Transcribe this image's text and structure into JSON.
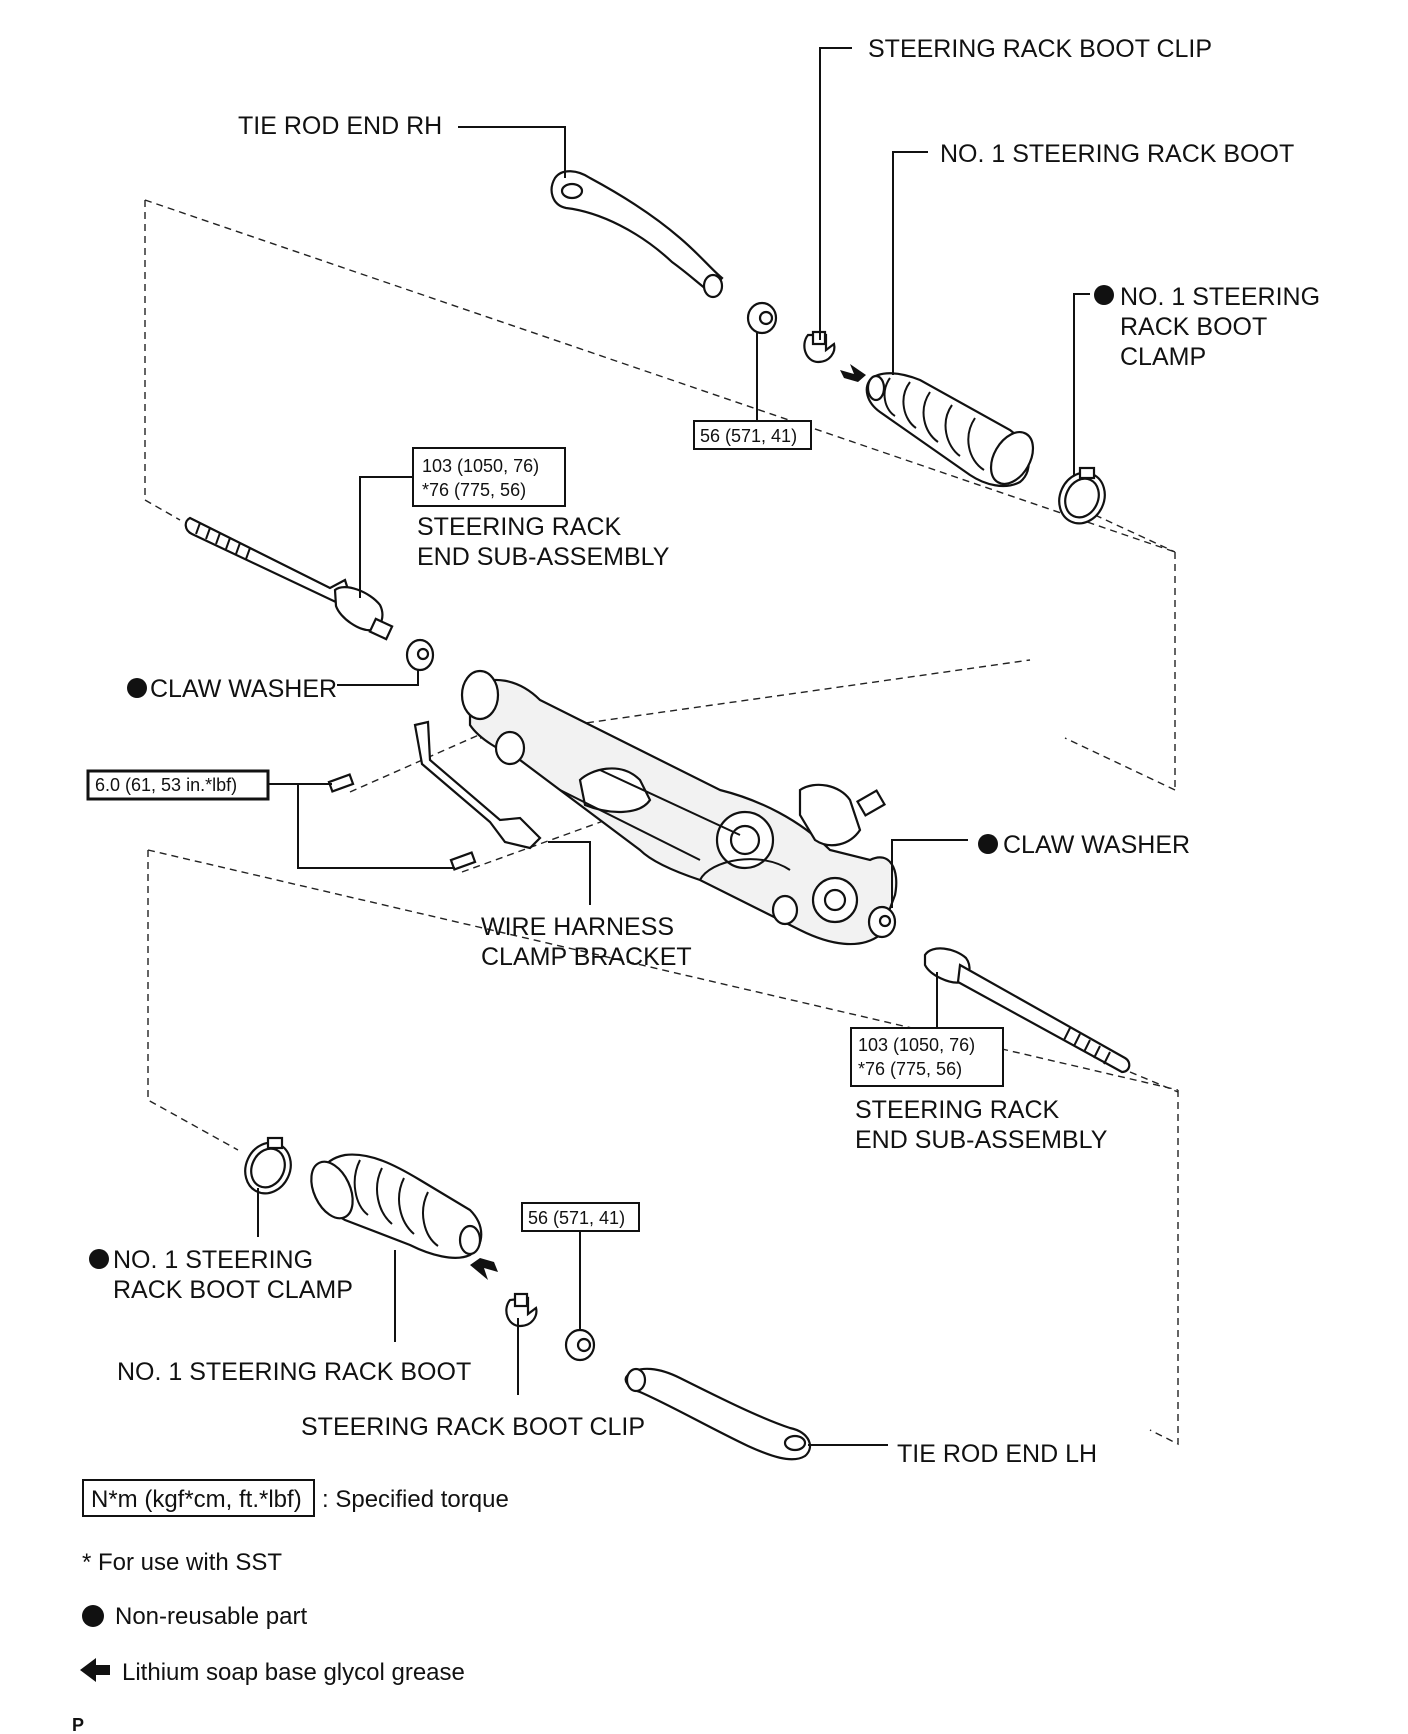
{
  "labels": {
    "boot_clip_rh": "STEERING RACK BOOT CLIP",
    "tie_rod_end_rh": "TIE ROD END RH",
    "no1_boot_rh": "NO. 1 STEERING RACK BOOT",
    "boot_clamp_rh_l1": "NO. 1 STEERING",
    "boot_clamp_rh_l2": "RACK BOOT",
    "boot_clamp_rh_l3": "CLAMP",
    "rack_end_l1_a": "STEERING RACK",
    "rack_end_l1_b": "END SUB-ASSEMBLY",
    "claw_washer_l": "CLAW WASHER",
    "claw_washer_r": "CLAW WASHER",
    "wire_harness_l1": "WIRE HARNESS",
    "wire_harness_l2": "CLAMP BRACKET",
    "rack_end_r_a": "STEERING RACK",
    "rack_end_r_b": "END SUB-ASSEMBLY",
    "boot_clamp_lh_l1": "NO. 1 STEERING",
    "boot_clamp_lh_l2": "RACK BOOT CLAMP",
    "no1_boot_lh": "NO. 1 STEERING RACK BOOT",
    "boot_clip_lh": "STEERING RACK BOOT CLIP",
    "tie_rod_end_lh": "TIE ROD END LH"
  },
  "torques": {
    "nut_rh": "56 (571, 41)",
    "rack_end_l_a": "103 (1050, 76)",
    "rack_end_l_b": "*76 (775, 56)",
    "bolt": "6.0 (61, 53 in.*lbf)",
    "rack_end_r_a": "103 (1050, 76)",
    "rack_end_r_b": "*76 (775, 56)",
    "nut_lh": "56 (571, 41)"
  },
  "legend": {
    "torque_unit": "N*m (kgf*cm, ft.*lbf)",
    "torque_desc": ": Specified torque",
    "sst_note": "* For use with SST",
    "non_reusable": "Non-reusable part",
    "grease": "Lithium soap base glycol grease"
  },
  "corner_mark": "P"
}
